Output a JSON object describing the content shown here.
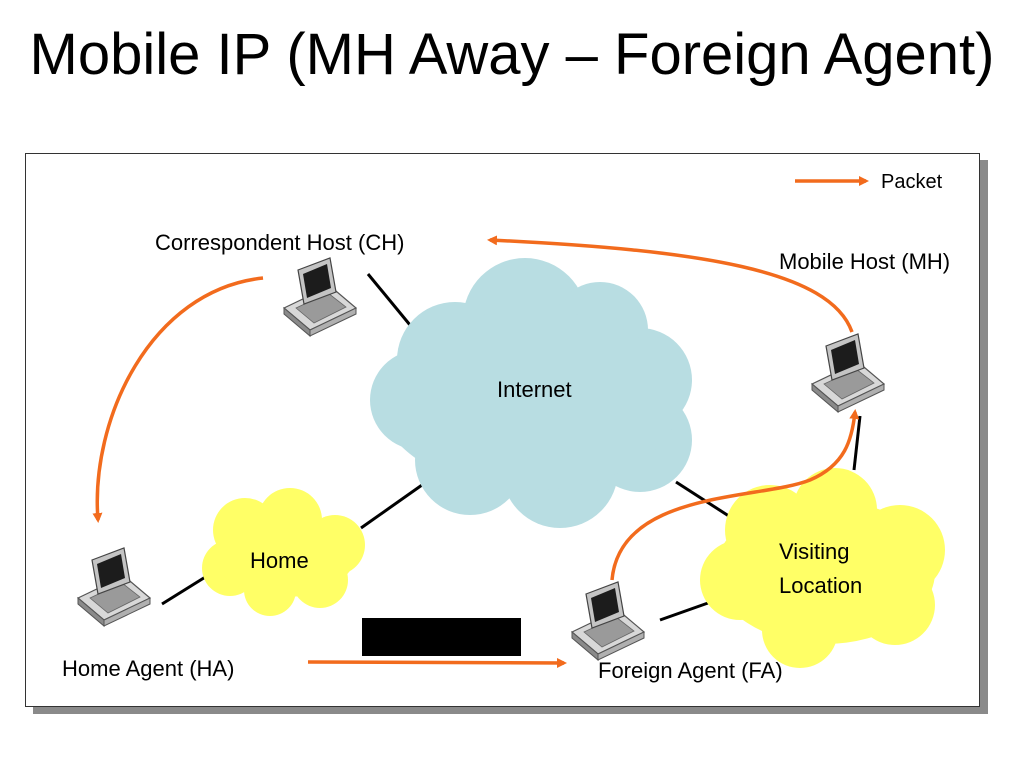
{
  "title": "Mobile IP (MH Away – Foreign Agent)",
  "legend": {
    "label": "Packet",
    "color": "#f26b1d"
  },
  "nodes": {
    "ch": "Correspondent Host (CH)",
    "mh": "Mobile Host (MH)",
    "ha": "Home Agent (HA)",
    "fa": "Foreign Agent (FA)"
  },
  "clouds": {
    "internet": {
      "label": "Internet",
      "color": "#b8dde2"
    },
    "home": {
      "label": "Home",
      "color": "#ffff66"
    },
    "visiting": {
      "line1": "Visiting",
      "line2": "Location",
      "color": "#ffff66"
    }
  }
}
